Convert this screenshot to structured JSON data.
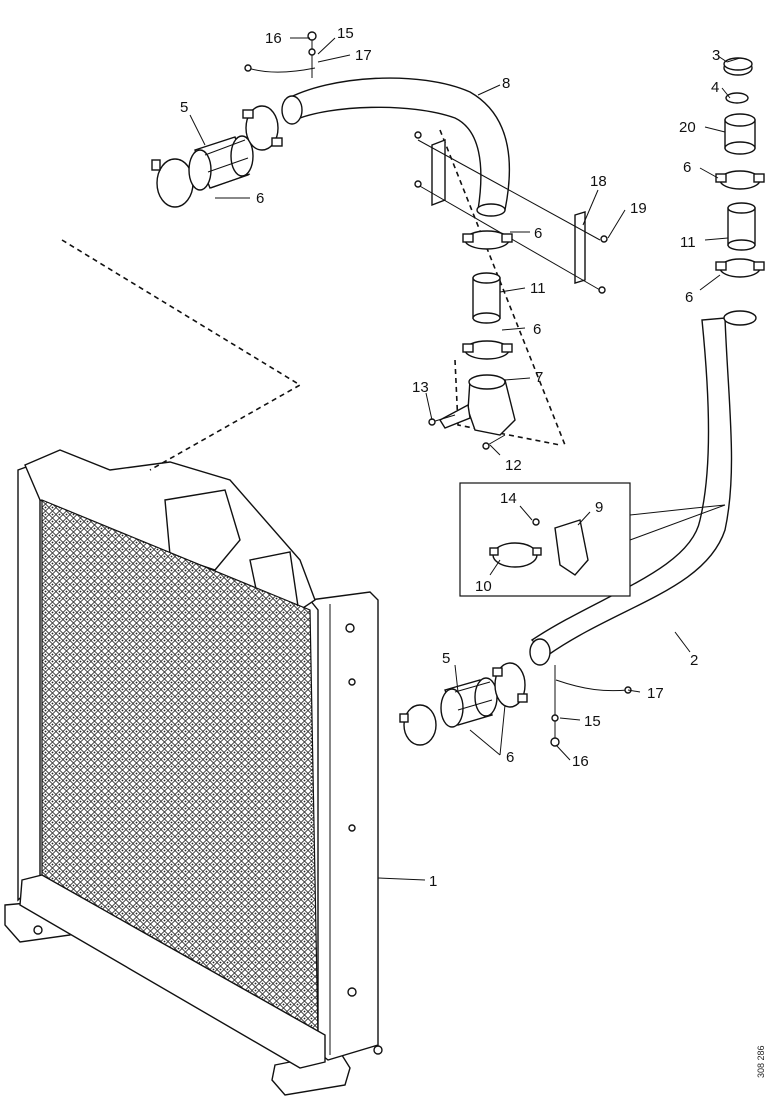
{
  "diagram": {
    "figure_id": "308 286",
    "callouts": [
      {
        "id": "c16a",
        "text": "16"
      },
      {
        "id": "c15a",
        "text": "15"
      },
      {
        "id": "c17a",
        "text": "17"
      },
      {
        "id": "c8a",
        "text": "8"
      },
      {
        "id": "c5a",
        "text": "5"
      },
      {
        "id": "c6a",
        "text": "6"
      },
      {
        "id": "c3",
        "text": "3"
      },
      {
        "id": "c4",
        "text": "4"
      },
      {
        "id": "c20",
        "text": "20"
      },
      {
        "id": "c6b",
        "text": "6"
      },
      {
        "id": "c18",
        "text": "18"
      },
      {
        "id": "c19",
        "text": "19"
      },
      {
        "id": "c6c",
        "text": "6"
      },
      {
        "id": "c11a",
        "text": "11"
      },
      {
        "id": "c11b",
        "text": "11"
      },
      {
        "id": "c6d",
        "text": "6"
      },
      {
        "id": "c6e",
        "text": "6"
      },
      {
        "id": "c7",
        "text": "7"
      },
      {
        "id": "c13",
        "text": "13"
      },
      {
        "id": "c12",
        "text": "12"
      },
      {
        "id": "c14",
        "text": "14"
      },
      {
        "id": "c9",
        "text": "9"
      },
      {
        "id": "c10",
        "text": "10"
      },
      {
        "id": "c2",
        "text": "2"
      },
      {
        "id": "c5b",
        "text": "5"
      },
      {
        "id": "c17b",
        "text": "17"
      },
      {
        "id": "c15b",
        "text": "15"
      },
      {
        "id": "c6f",
        "text": "6"
      },
      {
        "id": "c16b",
        "text": "16"
      },
      {
        "id": "c1",
        "text": "1"
      }
    ]
  }
}
